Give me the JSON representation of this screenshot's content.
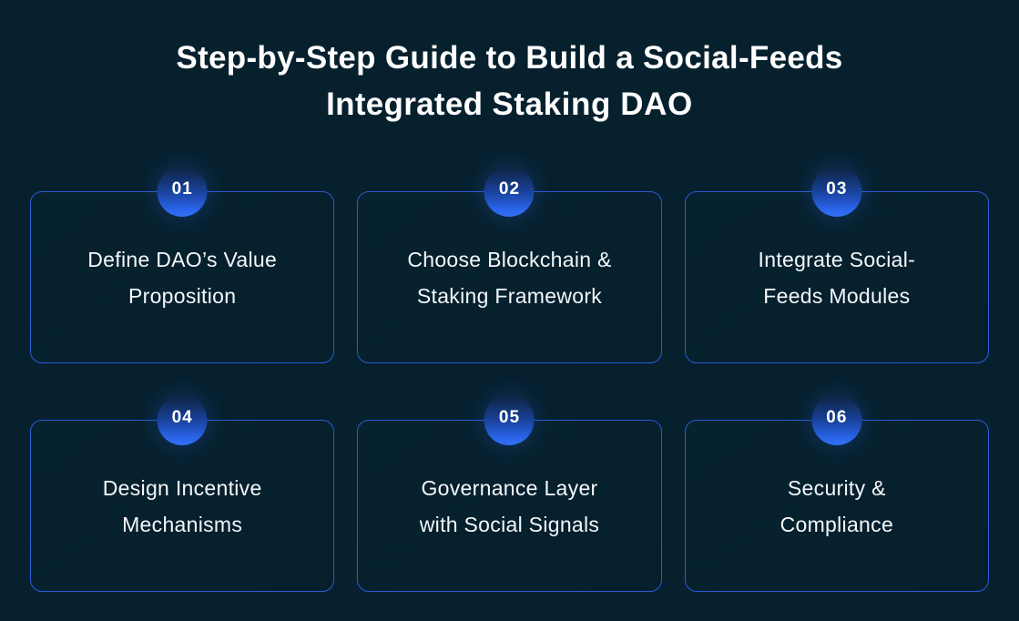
{
  "page": {
    "background_color": "#06202e",
    "accent_color": "#2a5bd8",
    "badge_gradient_top": "#0d2340",
    "badge_gradient_bottom": "#3173f5"
  },
  "header": {
    "title_line1": "Step-by-Step Guide to Build a Social-Feeds",
    "title_line2_regular": "Integrated ",
    "title_line2_bold": "Staking DAO"
  },
  "steps": [
    {
      "number": "01",
      "lines": [
        "Define DAO’s Value",
        "Proposition"
      ]
    },
    {
      "number": "02",
      "lines": [
        "Choose Blockchain &",
        "Staking Framework"
      ]
    },
    {
      "number": "03",
      "lines": [
        "Integrate Social-",
        "Feeds Modules"
      ]
    },
    {
      "number": "04",
      "lines": [
        "Design Incentive",
        "Mechanisms"
      ]
    },
    {
      "number": "05",
      "lines": [
        "Governance Layer",
        "with Social Signals"
      ]
    },
    {
      "number": "06",
      "lines": [
        "Security &",
        "Compliance"
      ]
    }
  ]
}
